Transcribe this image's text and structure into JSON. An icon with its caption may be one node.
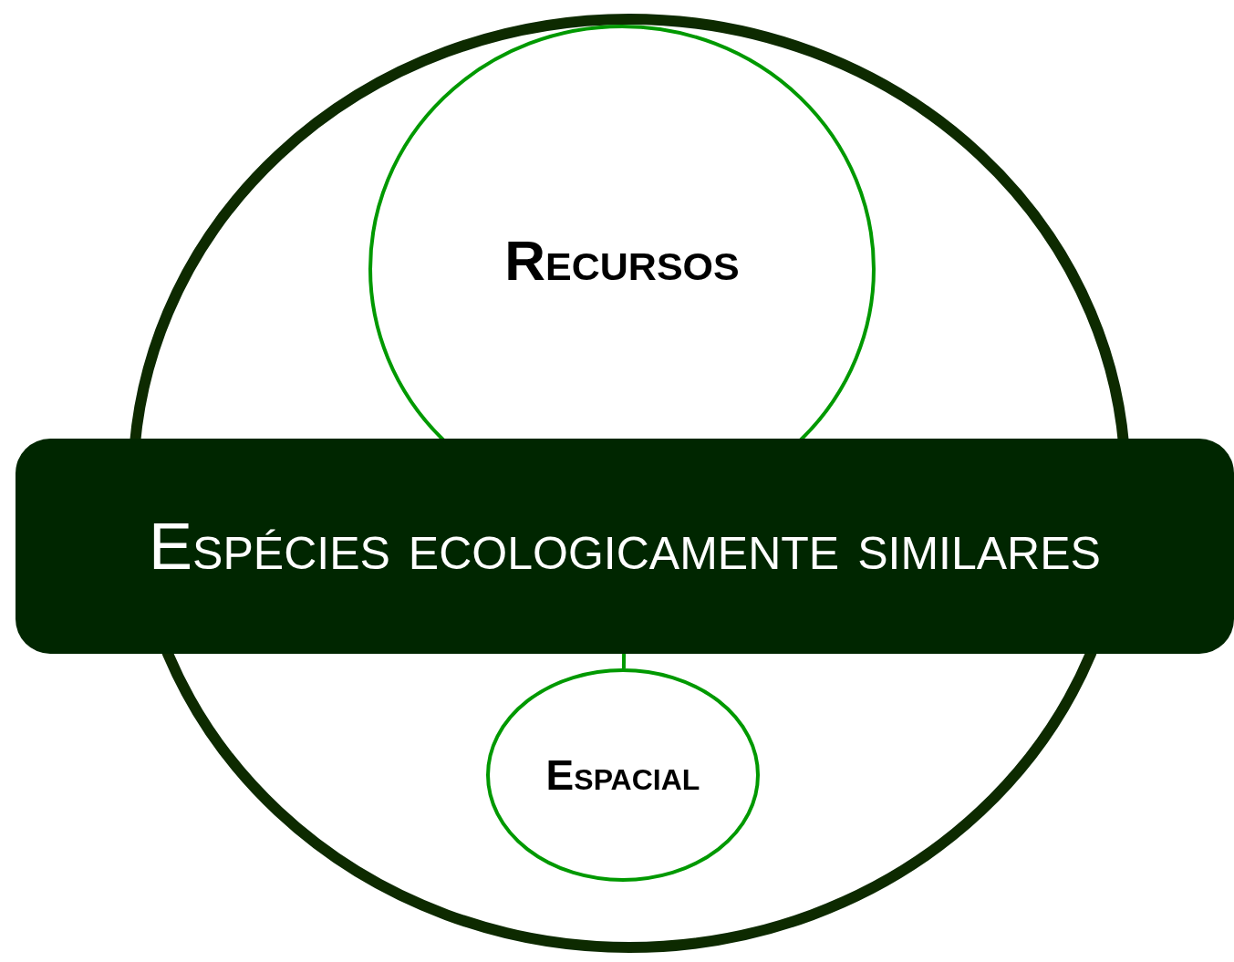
{
  "diagram": {
    "nodes": [
      {
        "text": [],
        "shape": "circle"
      },
      {
        "text": [
          "Recursos"
        ],
        "in": 0
      },
      {
        "text": [
          "Espécies ecologicamente similares"
        ]
      },
      {
        "text": [
          "Espacial"
        ],
        "in": 0
      }
    ],
    "edges": [
      {
        "from": 2,
        "to": 3,
        "arrow": "none"
      }
    ]
  }
}
